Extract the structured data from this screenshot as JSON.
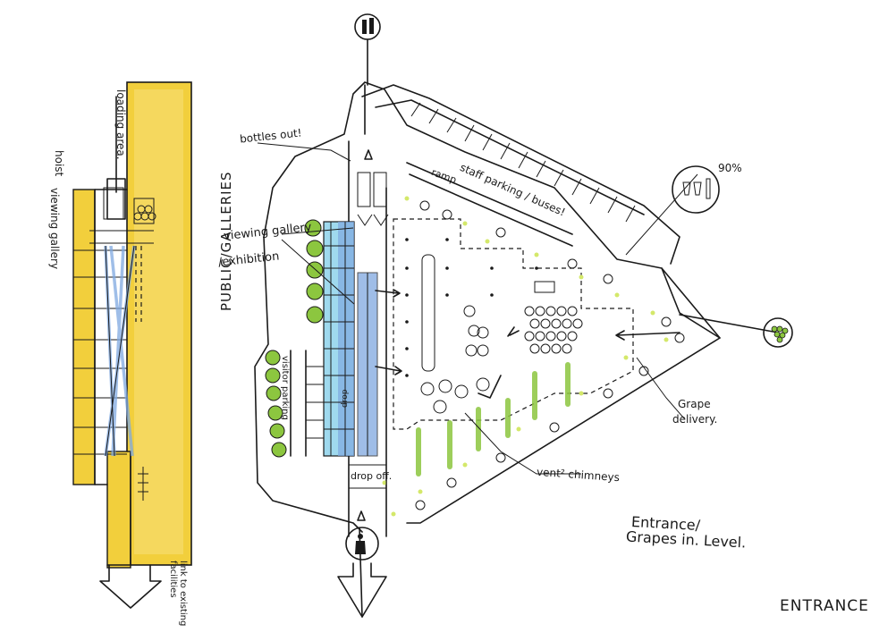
{
  "labels": {
    "hoist": "hoist",
    "loading_area": "loading area.",
    "viewing_gallery_left": "viewing gallery",
    "public_galleries": "PUBLIC/GALLERIES",
    "link_existing": "link to existing facilities",
    "bottles_out": "bottles out!",
    "staff_parking": "staff parking / buses!",
    "ramp": "ramp",
    "viewing_gallery_exhibition_1": "viewing gallery",
    "viewing_gallery_exhibition_2": "/exhibition",
    "visitor_parking": "visitor parking",
    "drop": "drop",
    "drop_off": "drop off.",
    "vent_chimneys": "vent² chimneys",
    "grape_delivery_1": "Grape",
    "grape_delivery_2": "delivery.",
    "percent": "90%",
    "level_title_1": "Entrance/",
    "level_title_2": "Grapes in. Level.",
    "entrance": "ENTRANCE"
  },
  "colors": {
    "yellow": "#f2cf3c",
    "yellow_light": "#f7e07a",
    "blue": "#7fa8e0",
    "blue_light": "#9fd9ee",
    "green": "#8cc63f",
    "green_light": "#d4e86a",
    "ink": "#1a1a1a"
  },
  "icons": [
    "bottle-icon",
    "grapes-icon",
    "person-icon",
    "wine-equipment-icon"
  ]
}
